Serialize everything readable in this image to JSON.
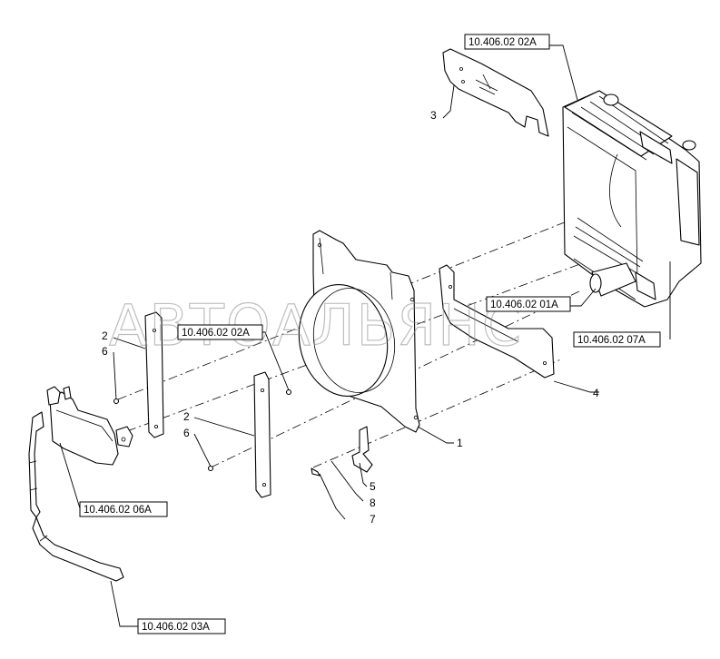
{
  "refs": {
    "radiator_top": "10.406.02 02A",
    "radiator_mid": "10.406.02 02A",
    "bracket": "10.406.02 01A",
    "hose": "10.406.02 07A",
    "tank": "10.406.02 06A",
    "pipe": "10.406.02 03A"
  },
  "callouts": {
    "c1": "1",
    "c2a": "2",
    "c2b": "2",
    "c3": "3",
    "c4": "4",
    "c5": "5",
    "c6a": "6",
    "c6b": "6",
    "c7": "7",
    "c8": "8"
  },
  "watermark": "АВТОАЛЬЯНС"
}
